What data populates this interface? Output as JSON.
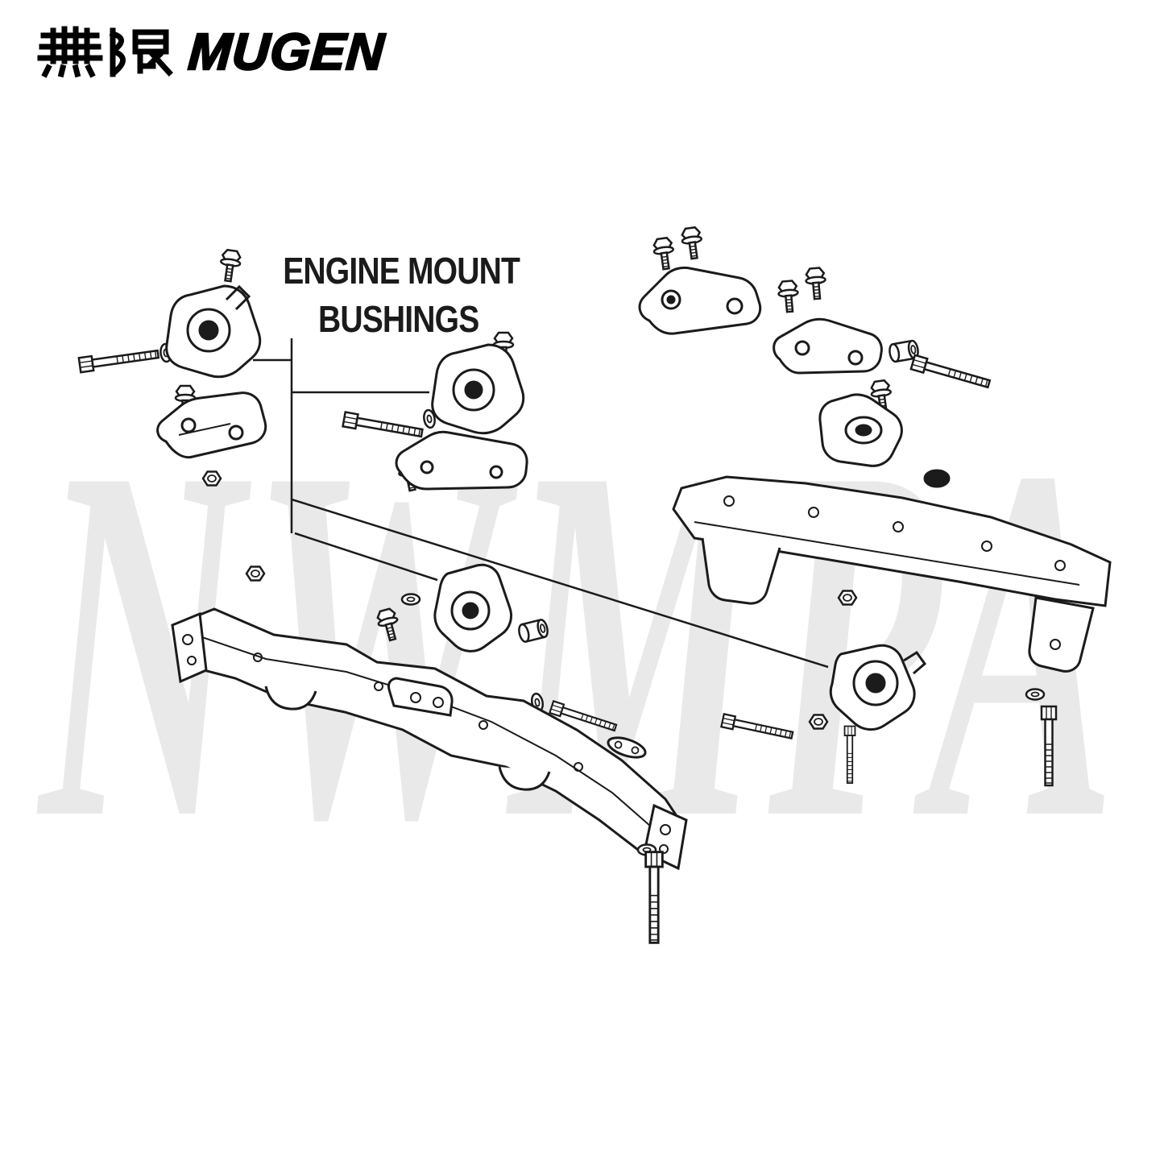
{
  "brand": {
    "kanji": "無限",
    "name": "MUGEN"
  },
  "diagram": {
    "label_line1": "ENGINE MOUNT",
    "label_line2": "BUSHINGS",
    "watermark": "NWMPA"
  },
  "colors": {
    "line": "#1b1b1b",
    "watermark": "#e9e9e9",
    "background": "#ffffff"
  }
}
